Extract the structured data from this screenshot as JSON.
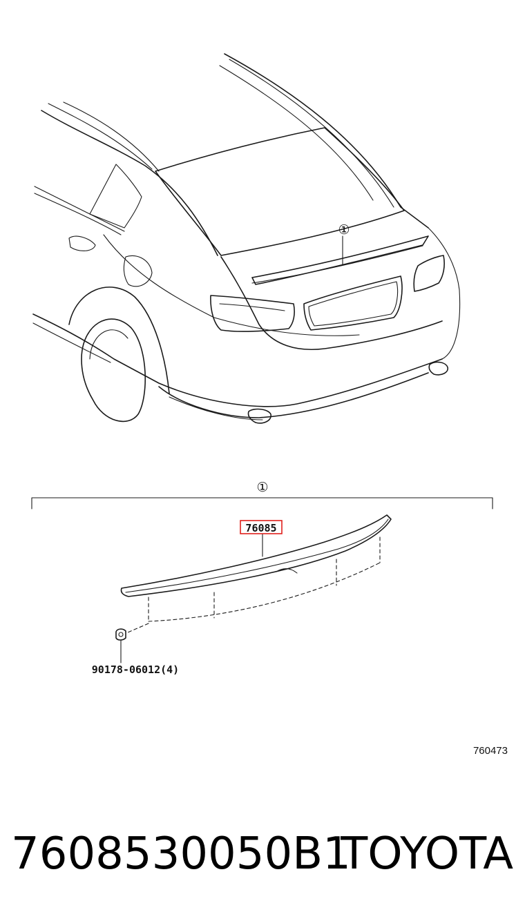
{
  "callouts": {
    "upper": "①",
    "lower": "①"
  },
  "parts": {
    "spoiler_code": "76085",
    "fastener_code": "90178-06012(4)"
  },
  "highlight_color": "#e0201c",
  "diagram_number": "760473",
  "footer": {
    "part_number": "7608530050B1",
    "brand": "TOYOTA"
  }
}
